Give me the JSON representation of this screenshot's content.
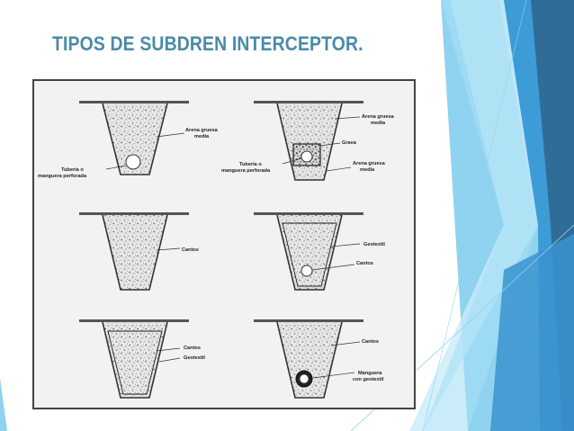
{
  "slide": {
    "title": "TIPOS DE SUBDREN INTERCEPTOR."
  },
  "figure": {
    "panel_1": {
      "arena_a": "Arena gruesa",
      "arena_b": "media",
      "tuberia_a": "Tubería o",
      "tuberia_b": "manguera perforada"
    },
    "panel_2": {
      "arena_a": "Arena gruesa",
      "arena_b": "media",
      "grava": "Grava",
      "tuberia_a": "Tubería o",
      "tuberia_b": "manguera perforada",
      "arena2_a": "Arena gruesa",
      "arena2_b": "media"
    },
    "panel_3": {
      "cantos": "Cantos"
    },
    "panel_4": {
      "geotextil": "Geotextil",
      "cantos": "Cantos"
    },
    "panel_5": {
      "cantos": "Cantos",
      "geotextil": "Geotextil"
    },
    "panel_6": {
      "cantos": "Cantos",
      "manguera_a": "Manguera",
      "manguera_b": "con geotextil"
    }
  },
  "colors": {
    "title": "#4a8aa8",
    "deco_dark": "#2f6c98",
    "deco_mid": "#3d9bd6",
    "deco_light": "#8fd3f0"
  }
}
